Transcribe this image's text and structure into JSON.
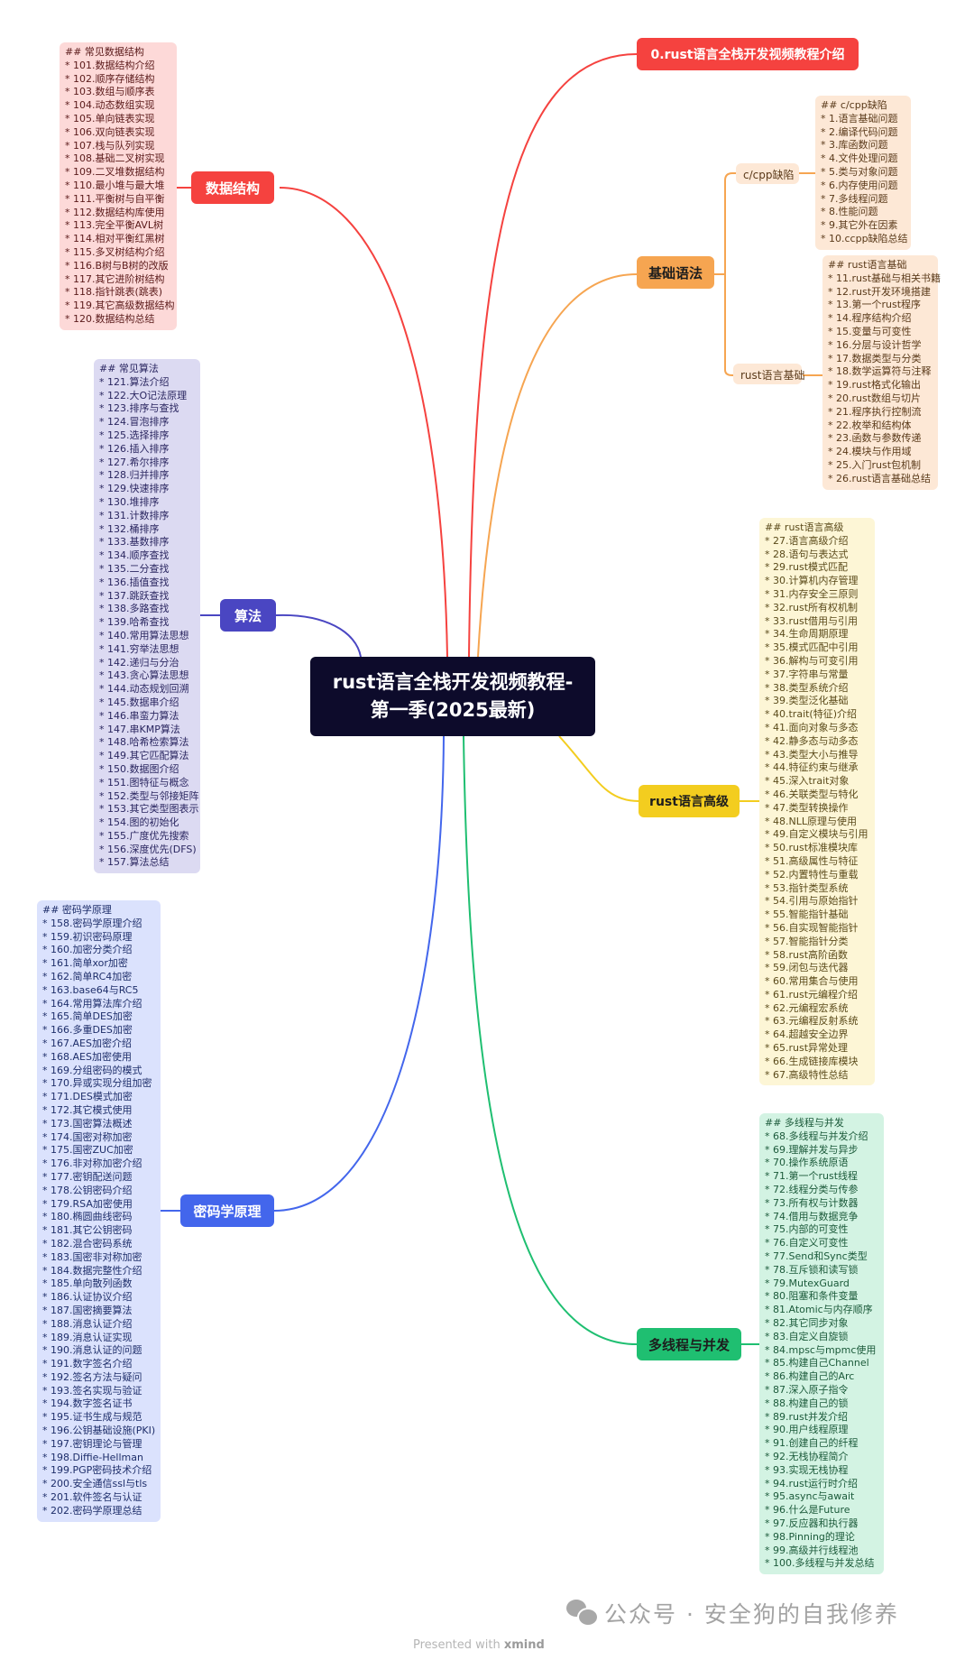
{
  "root": {
    "label": "rust语言全栈开发视频教程-第一季(2025最新)"
  },
  "branches": {
    "intro": {
      "label": "0.rust语言全栈开发视频教程介绍",
      "color": "#f5423f"
    },
    "basics": {
      "label": "基础语法",
      "color": "#f6a551",
      "subtopics": [
        {
          "label": "c/cpp缺陷",
          "note": [
            "## c/cpp缺陷",
            "* 1.语言基础问题",
            "* 2.编译代码问题",
            "* 3.库函数问题",
            "* 4.文件处理问题",
            "* 5.类与对象问题",
            "* 6.内存使用问题",
            "* 7.多线程问题",
            "* 8.性能问题",
            "* 9.其它外在因素",
            "* 10.ccpp缺陷总结"
          ]
        },
        {
          "label": "rust语言基础",
          "note": [
            "## rust语言基础",
            "* 11.rust基础与相关书籍",
            "* 12.rust开发环境搭建",
            "* 13.第一个rust程序",
            "* 14.程序结构介绍",
            "* 15.变量与可变性",
            "* 16.分层与设计哲学",
            "* 17.数据类型与分类",
            "* 18.数学运算符与注释",
            "* 19.rust格式化输出",
            "* 20.rust数组与切片",
            "* 21.程序执行控制流",
            "* 22.枚举和结构体",
            "* 23.函数与参数传递",
            "* 24.模块与作用域",
            "* 25.入门rust包机制",
            "* 26.rust语言基础总结"
          ]
        }
      ]
    },
    "advanced": {
      "label": "rust语言高级",
      "color": "#f3cd1f",
      "note": [
        "## rust语言高级",
        "* 27.语言高级介绍",
        "* 28.语句与表达式",
        "* 29.rust模式匹配",
        "* 30.计算机内存管理",
        "* 31.内存安全三原则",
        "* 32.rust所有权机制",
        "* 33.rust借用与引用",
        "* 34.生命周期原理",
        "* 35.模式匹配中引用",
        "* 36.解构与可变引用",
        "* 37.字符串与常量",
        "* 38.类型系统介绍",
        "* 39.类型泛化基础",
        "* 40.trait(特征)介绍",
        "* 41.面向对象与多态",
        "* 42.静多态与动多态",
        "* 43.类型大小与推导",
        "* 44.特征约束与继承",
        "* 45.深入trait对象",
        "* 46.关联类型与特化",
        "* 47.类型转换操作",
        "* 48.NLL原理与使用",
        "* 49.自定义模块与引用",
        "* 50.rust标准模块库",
        "* 51.高级属性与特征",
        "* 52.内置特性与重载",
        "* 53.指针类型系统",
        "* 54.引用与原始指针",
        "* 55.智能指针基础",
        "* 56.自实现智能指针",
        "* 57.智能指针分类",
        "* 58.rust高阶函数",
        "* 59.闭包与迭代器",
        "* 60.常用集合与使用",
        "* 61.rust元编程介绍",
        "* 62.元编程宏系统",
        "* 63.元编程反射系统",
        "* 64.超越安全边界",
        "* 65.rust异常处理",
        "* 66.生成链接库模块",
        "* 67.高级特性总结"
      ]
    },
    "concurrency": {
      "label": "多线程与并发",
      "color": "#1fbf71",
      "note": [
        "## 多线程与并发",
        "* 68.多线程与并发介绍",
        "* 69.理解并发与异步",
        "* 70.操作系统原语",
        "* 71.第一个rust线程",
        "* 72.线程分类与传参",
        "* 73.所有权与计数器",
        "* 74.借用与数据竞争",
        "* 75.内部的可变性",
        "* 76.自定义可变性",
        "* 77.Send和Sync类型",
        "* 78.互斥锁和读写锁",
        "* 79.MutexGuard",
        "* 80.阻塞和条件变量",
        "* 81.Atomic与内存顺序",
        "* 82.其它同步对象",
        "* 83.自定义自旋锁",
        "* 84.mpsc与mpmc使用",
        "* 85.构建自己Channel",
        "* 86.构建自己的Arc",
        "* 87.深入原子指令",
        "* 88.构建自己的锁",
        "* 89.rust并发介绍",
        "* 90.用户线程原理",
        "* 91.创建自己的纤程",
        "* 92.无栈协程简介",
        "* 93.实现无栈协程",
        "* 94.rust运行时介绍",
        "* 95.async与await",
        "* 96.什么是Future",
        "* 97.反应器和执行器",
        "* 98.Pinning的理论",
        "* 99.高级并行线程池",
        "* 100.多线程与并发总结"
      ]
    },
    "data_structures": {
      "label": "数据结构",
      "color": "#f5423f",
      "note": [
        "## 常见数据结构",
        "* 101.数据结构介绍",
        "* 102.顺序存储结构",
        "* 103.数组与顺序表",
        "* 104.动态数组实现",
        "* 105.单向链表实现",
        "* 106.双向链表实现",
        "* 107.栈与队列实现",
        "* 108.基础二叉树实现",
        "* 109.二叉堆数据结构",
        "* 110.最小堆与最大堆",
        "* 111.平衡树与自平衡",
        "* 112.数据结构库使用",
        "* 113.完全平衡AVL树",
        "* 114.相对平衡红黑树",
        "* 115.多叉树结构介绍",
        "* 116.B树与B树的改版",
        "* 117.其它进阶树结构",
        "* 118.指针跳表(跳表)",
        "* 119.其它高级数据结构",
        "* 120.数据结构总结"
      ]
    },
    "algorithms": {
      "label": "算法",
      "color": "#4a46c2",
      "note": [
        "## 常见算法",
        "* 121.算法介绍",
        "* 122.大O记法原理",
        "* 123.排序与查找",
        "* 124.冒泡排序",
        "* 125.选择排序",
        "* 126.插入排序",
        "* 127.希尔排序",
        "* 128.归并排序",
        "* 129.快速排序",
        "* 130.堆排序",
        "* 131.计数排序",
        "* 132.桶排序",
        "* 133.基数排序",
        "* 134.顺序查找",
        "* 135.二分查找",
        "* 136.插值查找",
        "* 137.跳跃查找",
        "* 138.多路查找",
        "* 139.哈希查找",
        "* 140.常用算法思想",
        "* 141.穷举法思想",
        "* 142.递归与分治",
        "* 143.贪心算法思想",
        "* 144.动态规划回溯",
        "* 145.数据串介绍",
        "* 146.串蛮力算法",
        "* 147.串KMP算法",
        "* 148.哈希检索算法",
        "* 149.其它匹配算法",
        "* 150.数据图介绍",
        "* 151.图特征与概念",
        "* 152.类型与邻接矩阵",
        "* 153.其它类型图表示",
        "* 154.图的初始化",
        "* 155.广度优先搜索",
        "* 156.深度优先(DFS)",
        "* 157.算法总结"
      ]
    },
    "cryptography": {
      "label": "密码学原理",
      "color": "#4366ec",
      "note": [
        "## 密码学原理",
        "* 158.密码学原理介绍",
        "* 159.初识密码原理",
        "* 160.加密分类介绍",
        "* 161.简单xor加密",
        "* 162.简单RC4加密",
        "* 163.base64与RC5",
        "* 164.常用算法库介绍",
        "* 165.简单DES加密",
        "* 166.多重DES加密",
        "* 167.AES加密介绍",
        "* 168.AES加密使用",
        "* 169.分组密码的模式",
        "* 170.异或实现分组加密",
        "* 171.DES模式加密",
        "* 172.其它模式使用",
        "* 173.国密算法概述",
        "* 174.国密对称加密",
        "* 175.国密ZUC加密",
        "* 176.非对称加密介绍",
        "* 177.密钥配送问题",
        "* 178.公钥密码介绍",
        "* 179.RSA加密使用",
        "* 180.椭圆曲线密码",
        "* 181.其它公钥密码",
        "* 182.混合密码系统",
        "* 183.国密非对称加密",
        "* 184.数据完整性介绍",
        "* 185.单向散列函数",
        "* 186.认证协议介绍",
        "* 187.国密摘要算法",
        "* 188.消息认证介绍",
        "* 189.消息认证实现",
        "* 190.消息认证的问题",
        "* 191.数字签名介绍",
        "* 192.签名方法与疑问",
        "* 193.签名实现与验证",
        "* 194.数字签名证书",
        "* 195.证书生成与规范",
        "* 196.公钥基础设施(PKI)",
        "* 197.密钥理论与管理",
        "* 198.Diffie-Hellman",
        "* 199.PGP密码技术介绍",
        "* 200.安全通信ssl与tls",
        "* 201.软件签名与认证",
        "* 202.密码学原理总结"
      ]
    }
  },
  "footer": {
    "watermark": "公众号 · 安全狗的自我修养",
    "presented_prefix": "Presented with ",
    "presented_brand": "xmind"
  }
}
